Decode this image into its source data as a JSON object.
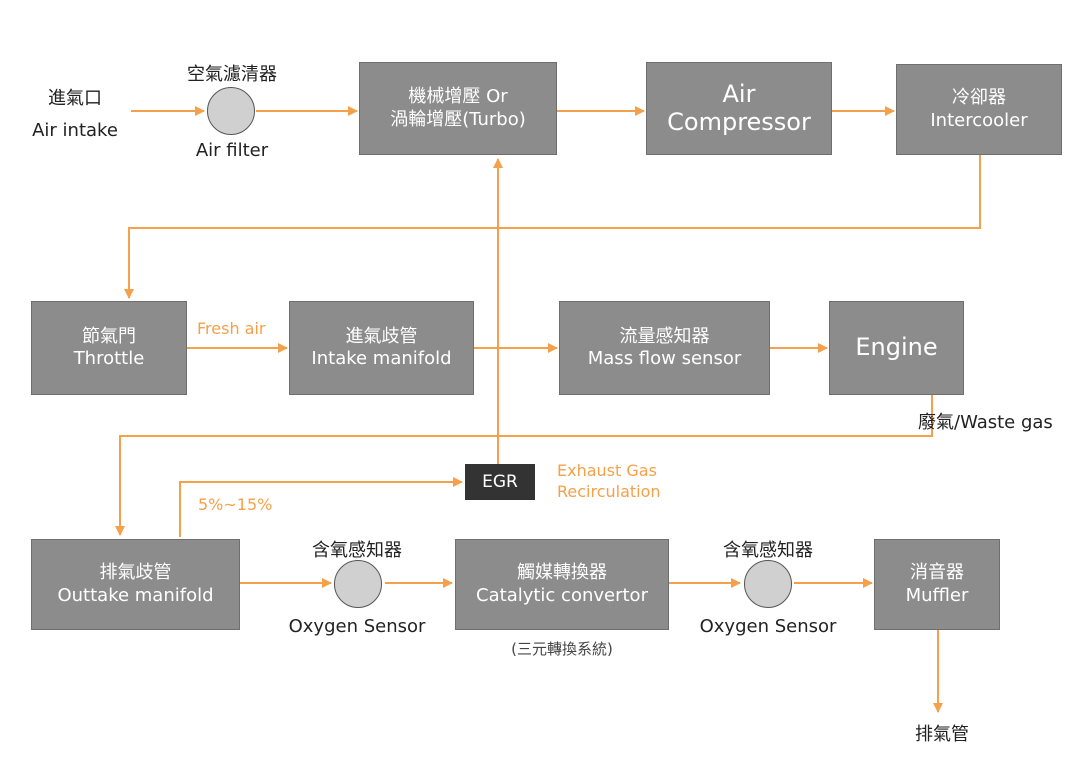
{
  "accent_color": "#f5a04a",
  "box_color": "#8c8c8c",
  "labels": {
    "air_intake_zh": "進氣口",
    "air_intake_en": "Air intake",
    "air_filter_zh": "空氣濾清器",
    "air_filter_en": "Air filter",
    "fresh_air": "Fresh air",
    "waste_gas": "廢氣/Waste gas",
    "percent": "5%~15%",
    "egr_desc_1": "Exhaust Gas",
    "egr_desc_2": "Recirculation",
    "oxygen_zh": "含氧感知器",
    "oxygen_en": "Oxygen Sensor",
    "three_way": "(三元轉換系統)",
    "exhaust_pipe": "排氣管"
  },
  "boxes": {
    "turbo": {
      "line1": "機械增壓 Or",
      "line2": "渦輪增壓(Turbo)"
    },
    "compressor": {
      "line1": "Air",
      "line2": "Compressor"
    },
    "intercooler": {
      "line1": "冷卻器",
      "line2": "Intercooler"
    },
    "throttle": {
      "line1": "節氣門",
      "line2": "Throttle"
    },
    "intake_manifold": {
      "line1": "進氣歧管",
      "line2": "Intake manifold"
    },
    "mass_flow": {
      "line1": "流量感知器",
      "line2": "Mass flow sensor"
    },
    "engine": {
      "line1": "Engine"
    },
    "egr": {
      "line1": "EGR"
    },
    "exhaust_manifold": {
      "line1": "排氣歧管",
      "line2": "Outtake manifold"
    },
    "catalytic": {
      "line1": "觸媒轉換器",
      "line2": "Catalytic convertor"
    },
    "muffler": {
      "line1": "消音器",
      "line2": "Muffler"
    }
  }
}
